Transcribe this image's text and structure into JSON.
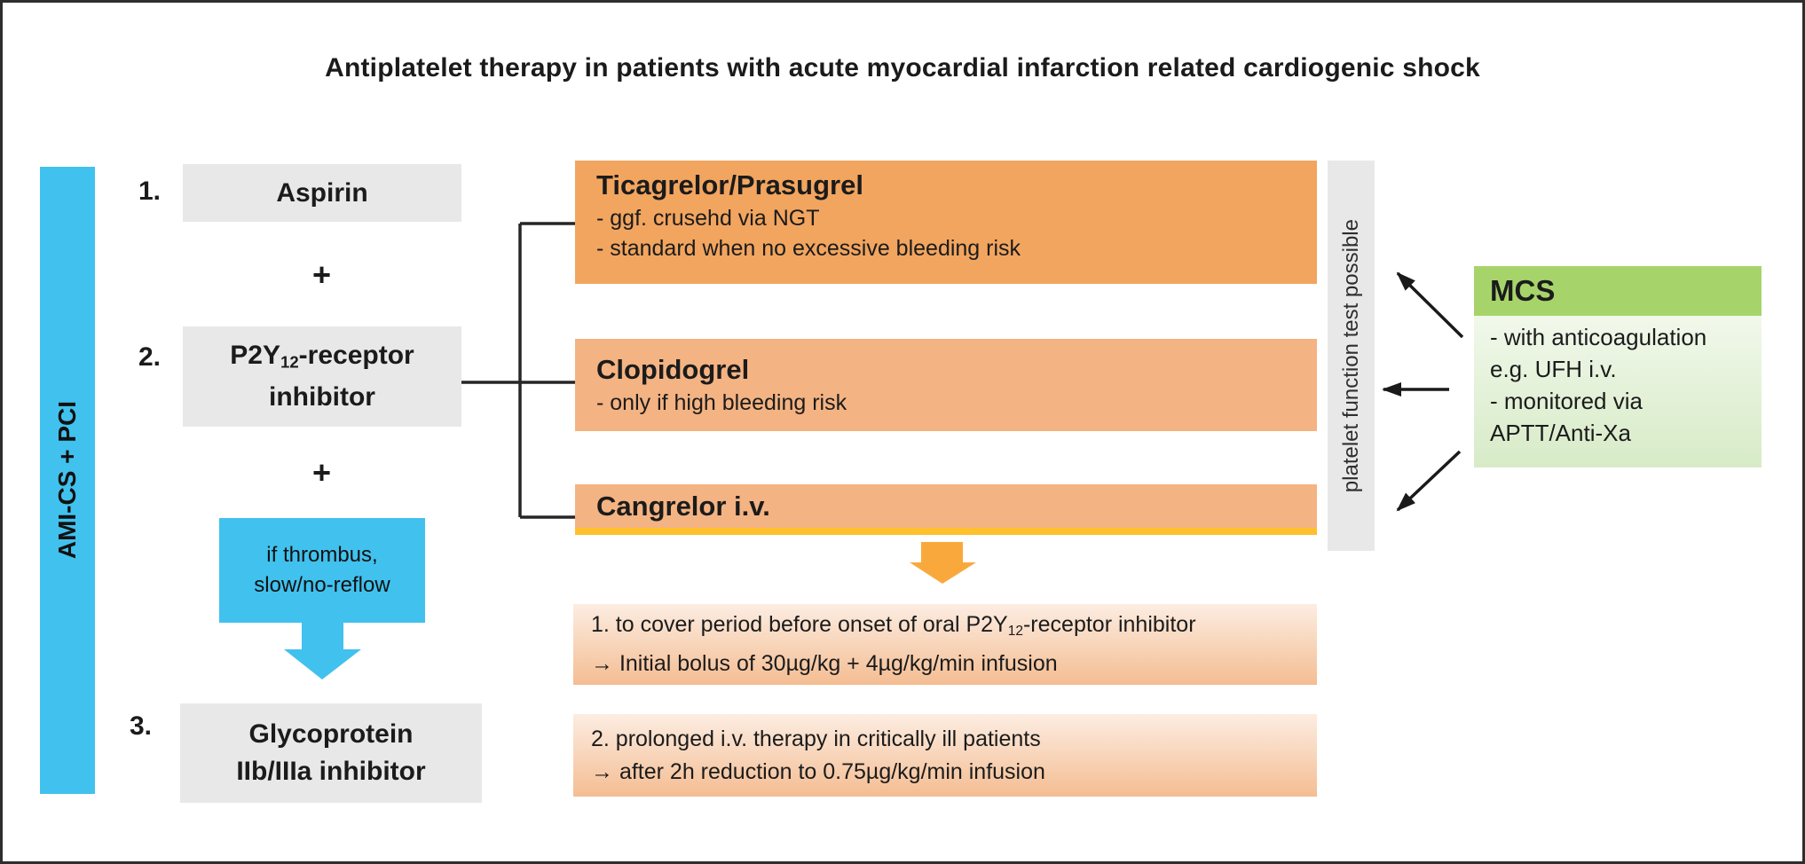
{
  "title": "Antiplatelet therapy in patients with acute myocardial infarction related cardiogenic shock",
  "left_rail": {
    "label": "AMI-CS + PCI"
  },
  "right_rail": {
    "label": "platelet function test possible"
  },
  "steps": {
    "one": {
      "number": "1.",
      "label": "Aspirin"
    },
    "plus1": "+",
    "two": {
      "number": "2.",
      "label_prefix": "P2Y",
      "label_sub": "12",
      "label_suffix": "-receptor",
      "label_line2": "inhibitor"
    },
    "plus2": "+",
    "condition": {
      "line1": "if thrombus,",
      "line2": "slow/no-reflow"
    },
    "three": {
      "number": "3.",
      "line1": "Glycoprotein",
      "line2": "IIb/IIIa inhibitor"
    }
  },
  "drugs": {
    "ticagrelor": {
      "title": "Ticagrelor/Prasugrel",
      "bullets": [
        "- ggf. crusehd via NGT",
        "- standard when no excessive bleeding risk"
      ]
    },
    "clopidogrel": {
      "title": "Clopidogrel",
      "bullets": [
        "- only if high bleeding risk"
      ]
    },
    "cangrelor": {
      "title": "Cangrelor i.v."
    }
  },
  "notes": {
    "note1": {
      "line1_prefix": "1. to cover period before onset of oral P2Y",
      "line1_sub": "12",
      "line1_suffix": "-receptor inhibitor",
      "line2": "→ Initial bolus of 30µg/kg + 4µg/kg/min infusion"
    },
    "note2": {
      "line1": "2. prolonged i.v. therapy in critically ill patients",
      "line2": "→ after 2h reduction to 0.75µg/kg/min infusion"
    }
  },
  "mcs": {
    "title": "MCS",
    "lines": [
      "- with anticoagulation",
      "e.g. UFH i.v.",
      "- monitored via",
      "APTT/Anti-Xa"
    ]
  },
  "colors": {
    "accent_blue": "#41C1EE",
    "gray_box": "#E8E8E8",
    "orange_dark": "#F2A55F",
    "orange_light": "#F4B382",
    "yellow_line": "#FFC02E",
    "orange_arrow": "#F9A93C",
    "peach_top": "#FCEDE2",
    "peach_bottom": "#F4BD92",
    "green_header": "#A6D46B",
    "green_top": "#F1F8EB",
    "green_bottom": "#D7EBC7",
    "line_black": "#262626",
    "text_black": "#1B1B1B"
  }
}
